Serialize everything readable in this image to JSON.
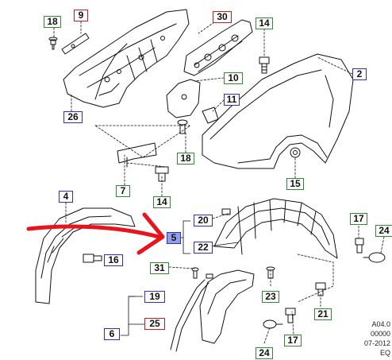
{
  "diagram": {
    "callouts": [
      {
        "id": "c18a",
        "label": "18",
        "color": "green"
      },
      {
        "id": "c9",
        "label": "9",
        "color": "red"
      },
      {
        "id": "c30",
        "label": "30",
        "color": "red"
      },
      {
        "id": "c14a",
        "label": "14",
        "color": "green"
      },
      {
        "id": "c2",
        "label": "2",
        "color": "blue"
      },
      {
        "id": "c10",
        "label": "10",
        "color": "green"
      },
      {
        "id": "c11",
        "label": "11",
        "color": "blue"
      },
      {
        "id": "c26",
        "label": "26",
        "color": "blue"
      },
      {
        "id": "c18b",
        "label": "18",
        "color": "green"
      },
      {
        "id": "c15",
        "label": "15",
        "color": "green"
      },
      {
        "id": "c7",
        "label": "7",
        "color": "green"
      },
      {
        "id": "c14b",
        "label": "14",
        "color": "green"
      },
      {
        "id": "c4",
        "label": "4",
        "color": "blue"
      },
      {
        "id": "c20",
        "label": "20",
        "color": "blue"
      },
      {
        "id": "c17a",
        "label": "17",
        "color": "green"
      },
      {
        "id": "c24a",
        "label": "24",
        "color": "green"
      },
      {
        "id": "c5",
        "label": "5",
        "color": "blue",
        "highlight": true
      },
      {
        "id": "c22",
        "label": "22",
        "color": "blue"
      },
      {
        "id": "c16",
        "label": "16",
        "color": "blue"
      },
      {
        "id": "c31",
        "label": "31",
        "color": "green"
      },
      {
        "id": "c23",
        "label": "23",
        "color": "green"
      },
      {
        "id": "c19",
        "label": "19",
        "color": "blue"
      },
      {
        "id": "c21",
        "label": "21",
        "color": "green"
      },
      {
        "id": "c25",
        "label": "25",
        "color": "red"
      },
      {
        "id": "c6",
        "label": "6",
        "color": "blue"
      },
      {
        "id": "c24b",
        "label": "24",
        "color": "green"
      },
      {
        "id": "c17b",
        "label": "17",
        "color": "green"
      }
    ],
    "document_code": [
      "A04.0",
      "00000",
      "07-2012",
      "EQ"
    ],
    "colors": {
      "callout_green": "#2e8b2e",
      "callout_blue": "#2f2fb8",
      "callout_red": "#c41e1e",
      "highlight_fill": "#8fa0e8",
      "annotation_arrow": "#e8141c"
    }
  }
}
